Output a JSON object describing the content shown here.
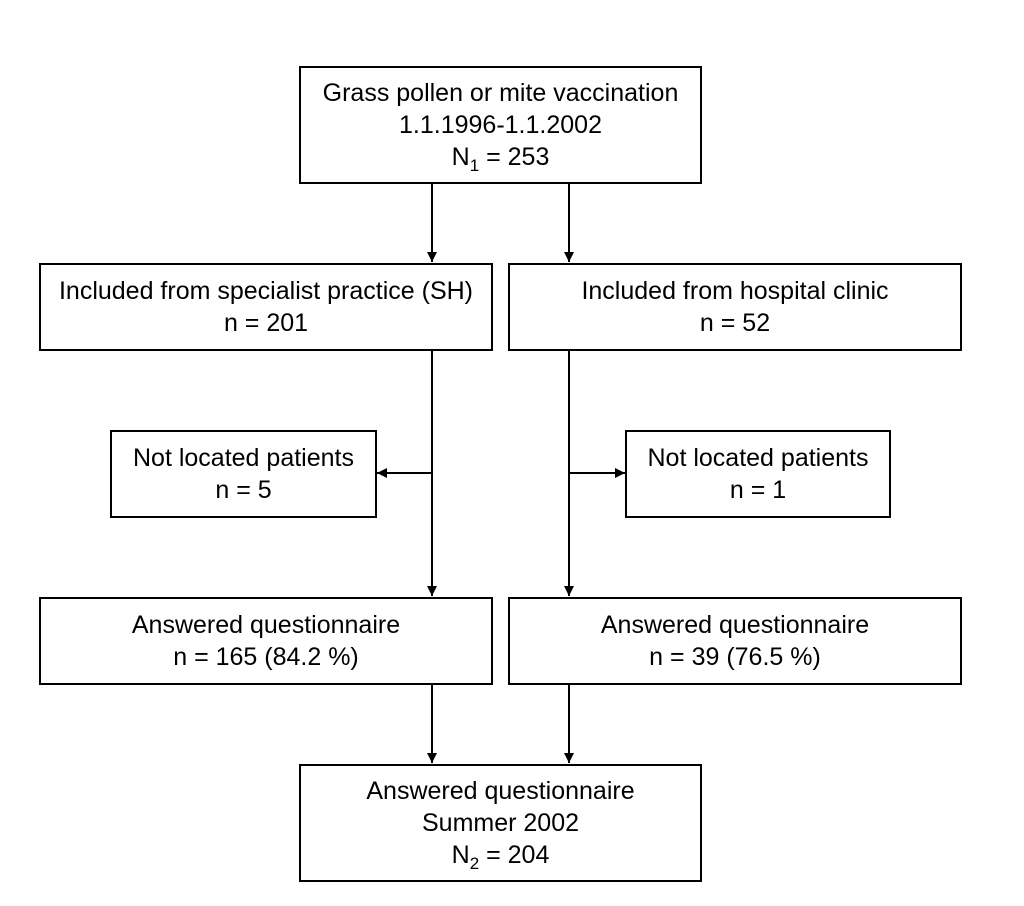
{
  "flowchart": {
    "top": {
      "line1": "Grass pollen or mite vaccination",
      "line2": "1.1.1996-1.1.2002",
      "n_prefix": "N",
      "n_sub": "1",
      "n_suffix": " = 253"
    },
    "left_included": {
      "line1": "Included from specialist practice (SH)",
      "line2": "n = 201"
    },
    "right_included": {
      "line1": "Included from hospital clinic",
      "line2": "n = 52"
    },
    "left_not_located": {
      "line1": "Not located patients",
      "line2": "n = 5"
    },
    "right_not_located": {
      "line1": "Not located patients",
      "line2": "n = 1"
    },
    "left_answered": {
      "line1": "Answered questionnaire",
      "line2": "n = 165 (84.2 %)"
    },
    "right_answered": {
      "line1": "Answered questionnaire",
      "line2": "n = 39 (76.5 %)"
    },
    "bottom": {
      "line1": "Answered questionnaire",
      "line2": "Summer 2002",
      "n_prefix": "N",
      "n_sub": "2",
      "n_suffix": " = 204"
    }
  }
}
